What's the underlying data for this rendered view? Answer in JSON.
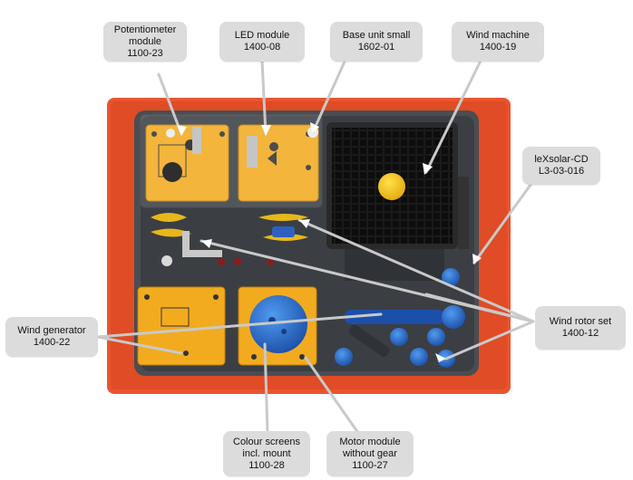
{
  "labels": {
    "potentiometer": {
      "name": "Potentiometer\nmodule",
      "code": "1100-23"
    },
    "led": {
      "name": "LED module",
      "code": "1400-08"
    },
    "base_unit": {
      "name": "Base unit small",
      "code": "1602-01"
    },
    "wind_machine": {
      "name": "Wind machine",
      "code": "1400-19"
    },
    "lexsolar_cd": {
      "name": "leXsolar-CD",
      "code": "L3-03-016"
    },
    "wind_generator": {
      "name": "Wind generator",
      "code": "1400-22"
    },
    "wind_rotor_set": {
      "name": "Wind rotor set",
      "code": "1400-12"
    },
    "colour_screens": {
      "name": "Colour screens\nincl. mount",
      "code": "1100-28"
    },
    "motor_module": {
      "name": "Motor module\nwithout gear",
      "code": "1100-27"
    }
  },
  "colors": {
    "case": "#e9542f",
    "tray": "#4a4d52",
    "module": "#f2ab1f",
    "blue": "#2f78d6",
    "label_bg": "#dcdcdc",
    "leader": "#c9c9c9"
  }
}
